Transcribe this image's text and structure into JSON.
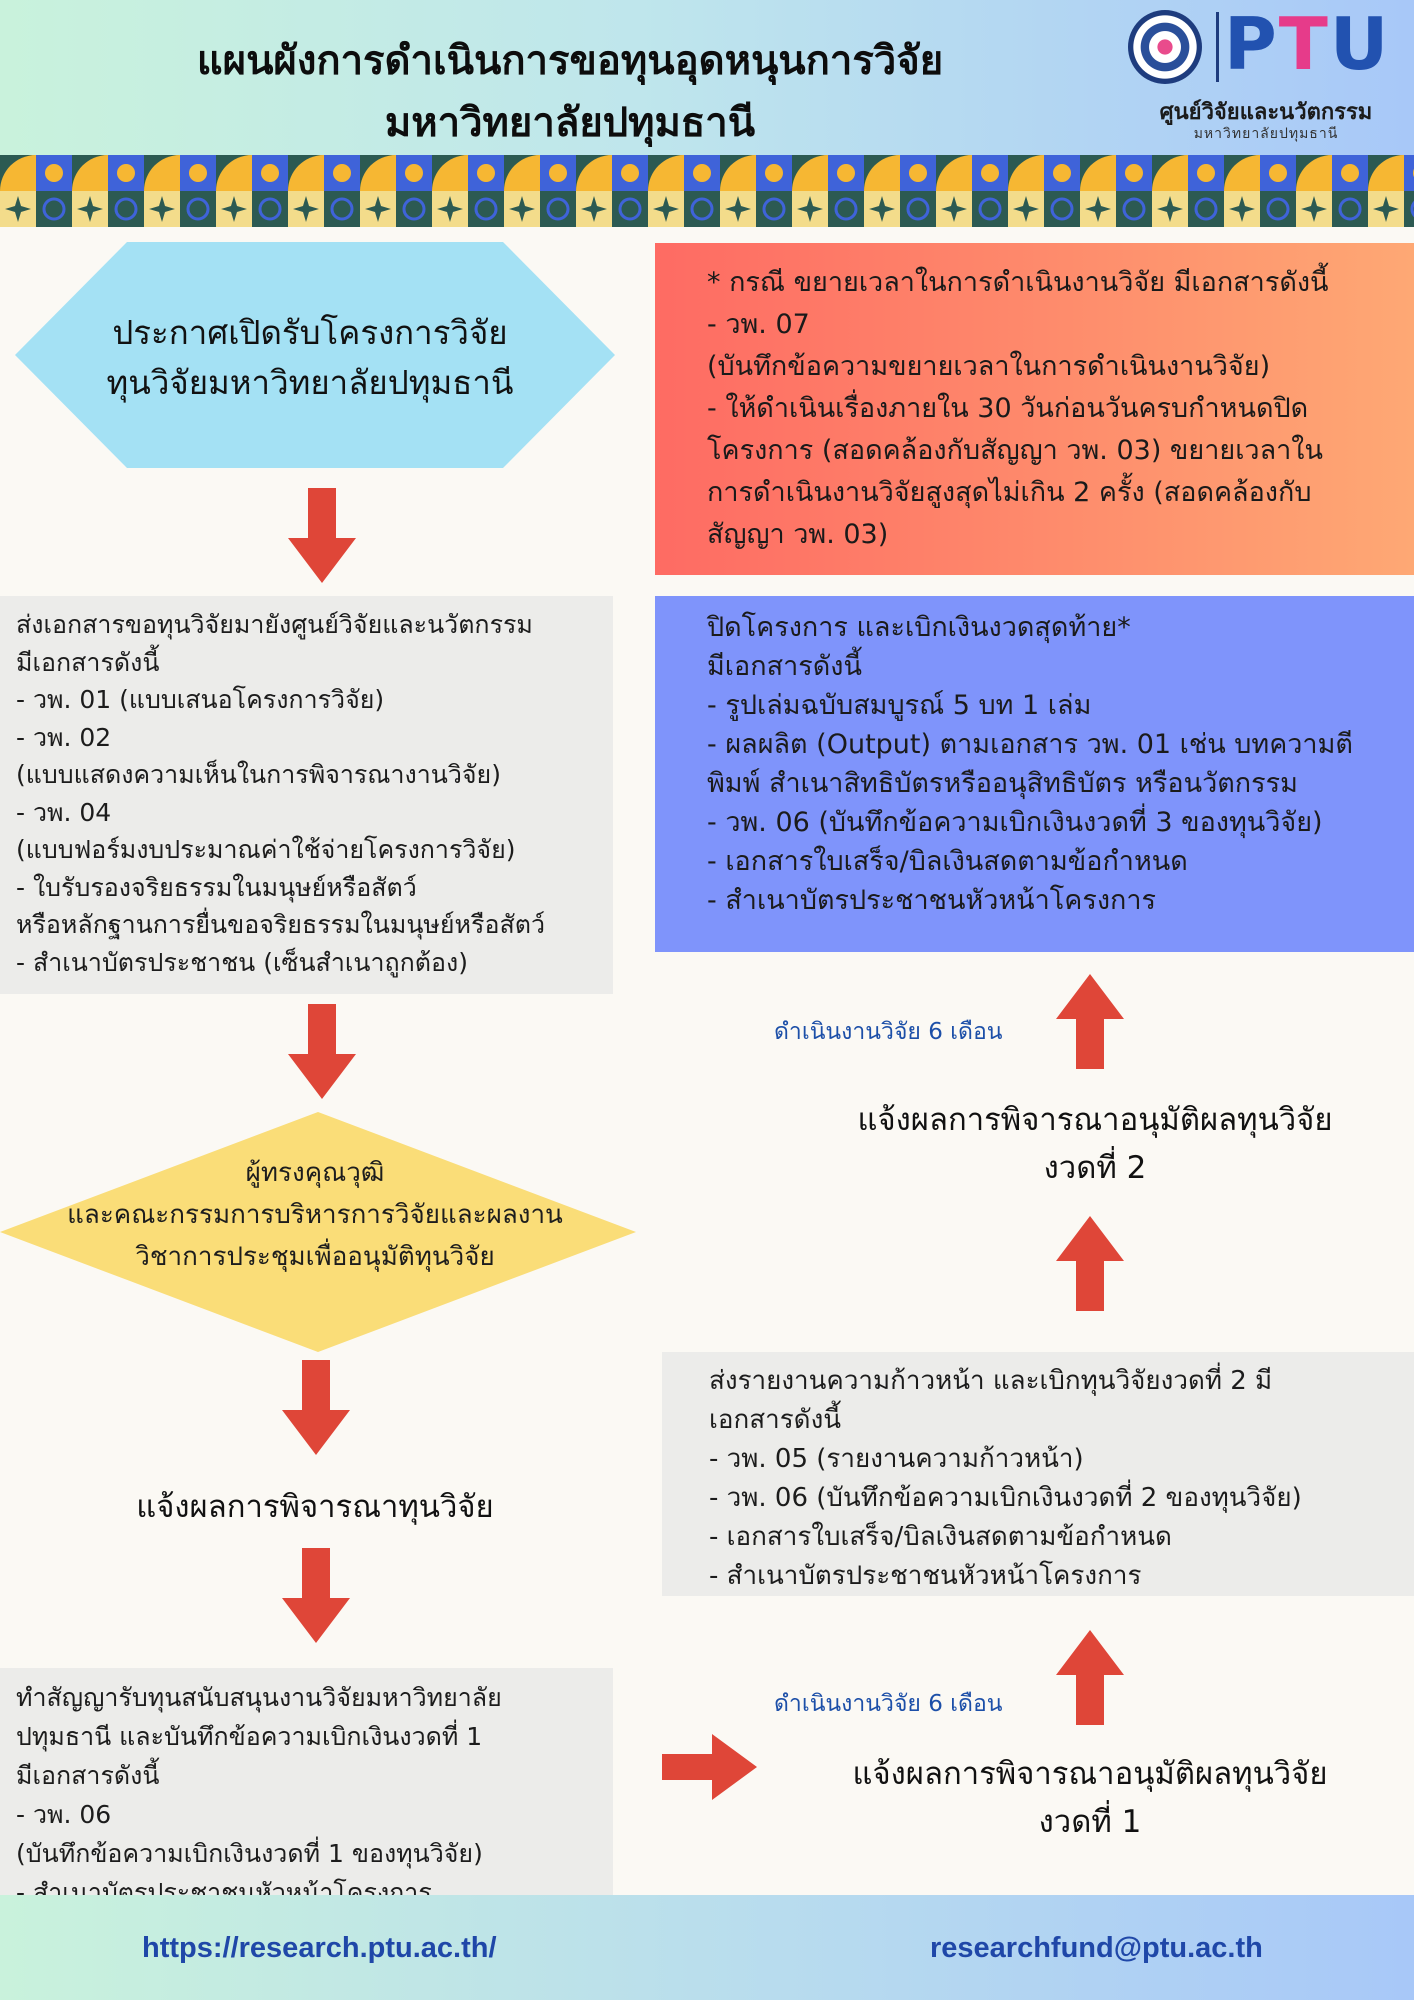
{
  "header": {
    "title_line1": "แผนผังการดำเนินการขอทุนอุดหนุนการวิจัย",
    "title_line2": "มหาวิทยาลัยปทุมธานี",
    "logo_brand_pre": "P",
    "logo_brand_mid": "T",
    "logo_brand_post": "U",
    "logo_subtitle": "ศูนย์วิจัยและนวัตกรรม",
    "logo_subsubtitle": "มหาวิทยาลัยปทุมธานี"
  },
  "flow": {
    "step1": "ประกาศเปิดรับโครงการวิจัย\nทุนวิจัยมหาวิทยาลัยปทุมธานี",
    "step2": "ส่งเอกสารขอทุนวิจัยมายังศูนย์วิจัยและนวัตกรรม\nมีเอกสารดังนี้\n- วพ. 01 (แบบเสนอโครงการวิจัย)\n- วพ. 02\n   (แบบแสดงความเห็นในการพิจารณางานวิจัย)\n- วพ. 04\n   (แบบฟอร์มงบประมาณค่าใช้จ่ายโครงการวิจัย)\n- ใบรับรองจริยธรรมในมนุษย์หรือสัตว์\n   หรือหลักฐานการยื่นขอจริยธรรมในมนุษย์หรือสัตว์\n- สำเนาบัตรประชาชน (เซ็นสำเนาถูกต้อง)",
    "step3": "ผู้ทรงคุณวุฒิ\nและคณะกรรมการบริหารการวิจัยและผลงาน\nวิชาการประชุมเพื่ออนุมัติทุนวิจัย",
    "step4": "แจ้งผลการพิจารณาทุนวิจัย",
    "step5": "ทำสัญญารับทุนสนับสนุนงานวิจัยมหาวิทยาลัย\nปทุมธานี และบันทึกข้อความเบิกเงินงวดที่ 1\nมีเอกสารดังนี้\n- วพ. 06\n   (บันทึกข้อความเบิกเงินงวดที่ 1 ของทุนวิจัย)\n- สำเนาบัตรประชาชนหัวหน้าโครงการ",
    "step6": "แจ้งผลการพิจารณาอนุมัติผลทุนวิจัย\nงวดที่ 1",
    "duration1": "ดำเนินงานวิจัย 6 เดือน",
    "step7": "ส่งรายงานความก้าวหน้า และเบิกทุนวิจัยงวดที่ 2 มี\nเอกสารดังนี้\n- วพ. 05 (รายงานความก้าวหน้า)\n- วพ. 06 (บันทึกข้อความเบิกเงินงวดที่ 2 ของทุนวิจัย)\n- เอกสารใบเสร็จ/บิลเงินสดตามข้อกำหนด\n- สำเนาบัตรประชาชนหัวหน้าโครงการ",
    "step8": "แจ้งผลการพิจารณาอนุมัติผลทุนวิจัย\nงวดที่ 2",
    "duration2": "ดำเนินงานวิจัย 6 เดือน",
    "step9": "ปิดโครงการ และเบิกเงินงวดสุดท้าย*\nมีเอกสารดังนี้\n- รูปเล่มฉบับสมบูรณ์ 5 บท 1 เล่ม\n- ผลผลิต (Output) ตามเอกสาร วพ. 01 เช่น บทความตี\nพิมพ์ สำเนาสิทธิบัตรหรืออนุสิทธิบัตร หรือนวัตกรรม\n- วพ. 06 (บันทึกข้อความเบิกเงินงวดที่ 3 ของทุนวิจัย)\n- เอกสารใบเสร็จ/บิลเงินสดตามข้อกำหนด\n- สำเนาบัตรประชาชนหัวหน้าโครงการ",
    "note": "* กรณี ขยายเวลาในการดำเนินงานวิจัย มีเอกสารดังนี้\n- วพ. 07\n   (บันทึกข้อความขยายเวลาในการดำเนินงานวิจัย)\n- ให้ดำเนินเรื่องภายใน 30 วันก่อนวันครบกำหนดปิด\nโครงการ (สอดคล้องกับสัญญา วพ. 03) ขยายเวลาใน\nการดำเนินงานวิจัยสูงสุดไม่เกิน 2 ครั้ง (สอดคล้องกับ\nสัญญา วพ. 03)"
  },
  "footer": {
    "website": "https://research.ptu.ac.th/",
    "email": "researchfund@ptu.ac.th"
  },
  "colors": {
    "arrow": "#df4638",
    "hexagon": "#a4e1f4",
    "diamond": "#fadd78",
    "grey_box": "#ececea",
    "blue_box": "#7f94fb",
    "note_gradient_start": "#fe6b63",
    "note_gradient_end": "#fea874"
  }
}
